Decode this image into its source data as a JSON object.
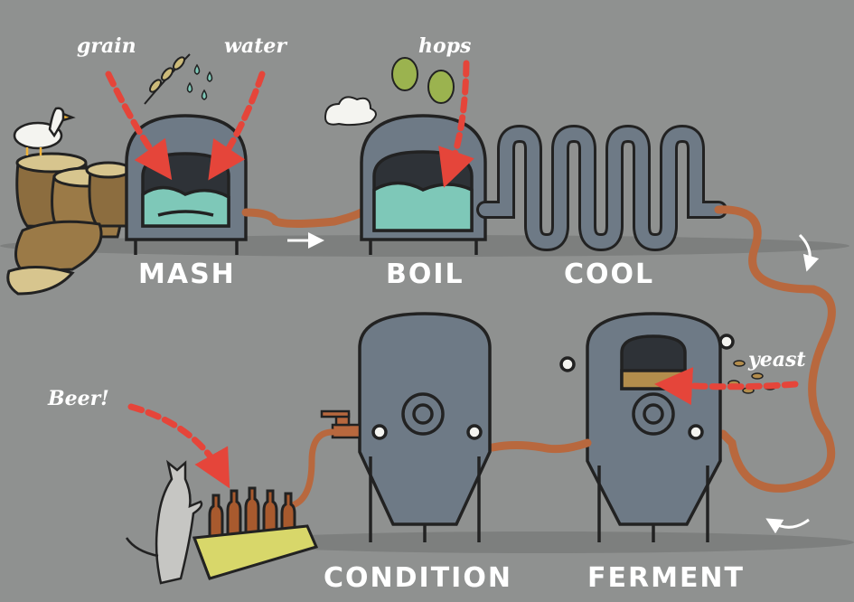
{
  "ingredients": {
    "grain": "grain",
    "water": "water",
    "hops": "hops",
    "yeast": "yeast"
  },
  "stages": {
    "mash": "MASH",
    "boil": "BOIL",
    "cool": "COOL",
    "condition": "CONDITION",
    "ferment": "FERMENT"
  },
  "result": "Beer!",
  "colors": {
    "background": "#8f9190",
    "vessel": "#6e7a86",
    "outline": "#222222",
    "wort": "#7ec8b8",
    "pipe": "#b8683e",
    "arrow": "#e5453a",
    "text": "#ffffff"
  }
}
